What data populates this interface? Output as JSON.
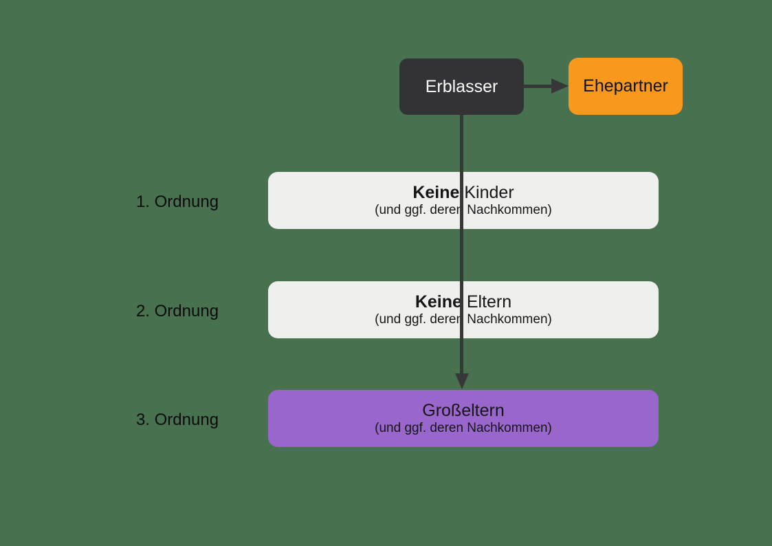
{
  "colors": {
    "background": "#47714F",
    "node_dark": "#333336",
    "node_orange": "#F8981D",
    "node_purple": "#9966CC",
    "row_light": "#EFEFED",
    "arrow": "#373737"
  },
  "nodes": {
    "erblasser": {
      "label": "Erblasser"
    },
    "ehepartner": {
      "label": "Ehepartner"
    }
  },
  "rows": [
    {
      "label": "1. Ordnung",
      "title_bold": "Keine",
      "title_regular": " Kinder",
      "subtitle": "(und ggf. deren Nachkommen)"
    },
    {
      "label": "2. Ordnung",
      "title_bold": "Keine",
      "title_regular": " Eltern",
      "subtitle": "(und ggf. deren Nachkommen)"
    },
    {
      "label": "3. Ordnung",
      "title_bold": "",
      "title_regular": "Großeltern",
      "subtitle": "(und ggf. deren Nachkommen)"
    }
  ]
}
